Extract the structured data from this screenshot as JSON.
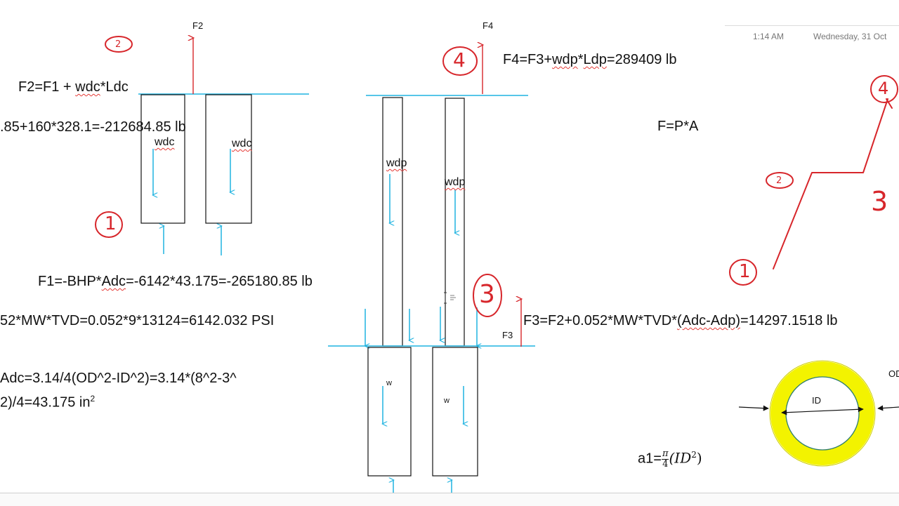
{
  "status_bar": {
    "time": "1:14 AM",
    "date": "Wednesday, 31 Oct"
  },
  "labels": {
    "F2": "F2",
    "F4": "F4",
    "F3": "F3",
    "wdc_left": "wdc",
    "wdc_right": "wdc",
    "wdp_left": "wdp",
    "wdp_right": "wdp",
    "w_left": "w",
    "w_right": "w",
    "ID": "ID",
    "OD": "OD"
  },
  "equations": {
    "f2_head": "F2=F1 + ",
    "f2_wdc": "wdc",
    "f2_tail": "*",
    "f2_ldc": "Ldc",
    "f2_value": ".85+160*328.1=-212684.85 lb",
    "f1_head": "F1=-BHP*",
    "f1_adc": "Adc",
    "f1_tail": "=-6142*43.175=-265180.85 lb",
    "bhp": "52*MW*TVD=0.052*9*13124=6142.032 PSI",
    "adc_line1": "Adc=3.14/4(OD^2-ID^2)=3.14*(8^2-3^",
    "adc_line2": "2)/4=43.175 in",
    "adc_exp": "2",
    "f4_head": "F4=F3+",
    "f4_wdp": "wdp",
    "f4_mid": "*",
    "f4_ldp": "Ldp",
    "f4_tail": "=289409 lb",
    "fpa": "F=P*A",
    "f3_head": "F3=F2+0.052*MW*TVD*",
    "f3_paren": "(Adc-Adp)",
    "f3_tail": "=14297.1518 lb",
    "a1_prefix": "a1=",
    "a1_pi": "π",
    "a1_four": "4",
    "a1_expr": "(ID",
    "a1_exp": "2",
    "a1_close": ")"
  },
  "annotations": {
    "circle_1": "1",
    "circle_2": "2",
    "circle_3": "3",
    "circle_4": "4",
    "sketch_1": "1",
    "sketch_2": "2",
    "sketch_3": "3",
    "sketch_4": "4"
  },
  "colors": {
    "line_blue": "#1fb3e0",
    "force_red": "#d7262b",
    "ring_yellow": "#f3f300",
    "ring_outline": "#2e7d6f"
  }
}
